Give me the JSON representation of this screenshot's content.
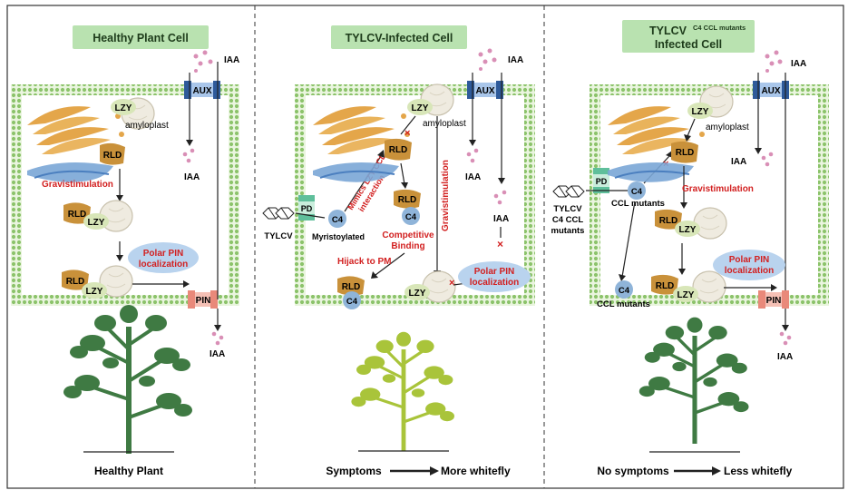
{
  "panels": [
    {
      "title": "Healthy Plant Cell",
      "bottom_label": "Healthy Plant"
    },
    {
      "title": "TYLCV-Infected Cell",
      "bottom_left": "Symptoms",
      "bottom_right": "More whitefly"
    },
    {
      "title_main": "TYLCV",
      "title_sup": "C4 CCL mutants",
      "title_line2": "Infected Cell",
      "bottom_left": "No symptoms",
      "bottom_right": "Less whitefly"
    }
  ],
  "labels": {
    "iaa": "IAA",
    "aux": "AUX",
    "pin": "PIN",
    "lzy": "LZY",
    "rld": "RLD",
    "c4": "C4",
    "pd": "PD",
    "amyloplast": "amyloplast",
    "gravistimulation": "Gravistimulation",
    "polar_pin_1": "Polar PIN",
    "polar_pin_2": "localization",
    "tylcv": "TYLCV",
    "myristoylated": "Myristoylated",
    "mimics_1": "Mimics LZY CCL",
    "mimics_2": "interaction",
    "competitive_1": "Competitive",
    "competitive_2": "Binding",
    "hijack": "Hijack to PM",
    "ccl_mutants": "CCL mutants",
    "mutant_virus_1": "TYLCV",
    "mutant_virus_2": "C4 CCL",
    "mutant_virus_3": "mutants"
  },
  "colors": {
    "membrane": "#8cc36b",
    "rld": "#c9913a",
    "lzy": "#d8e6b8",
    "c4": "#8fb4d9",
    "red_text": "#d22020",
    "title_box": "#b9e2b0",
    "ellipse": "#b9d3ee",
    "tree_healthy": "#3f7a43",
    "tree_symptom": "#b8cf3c"
  }
}
